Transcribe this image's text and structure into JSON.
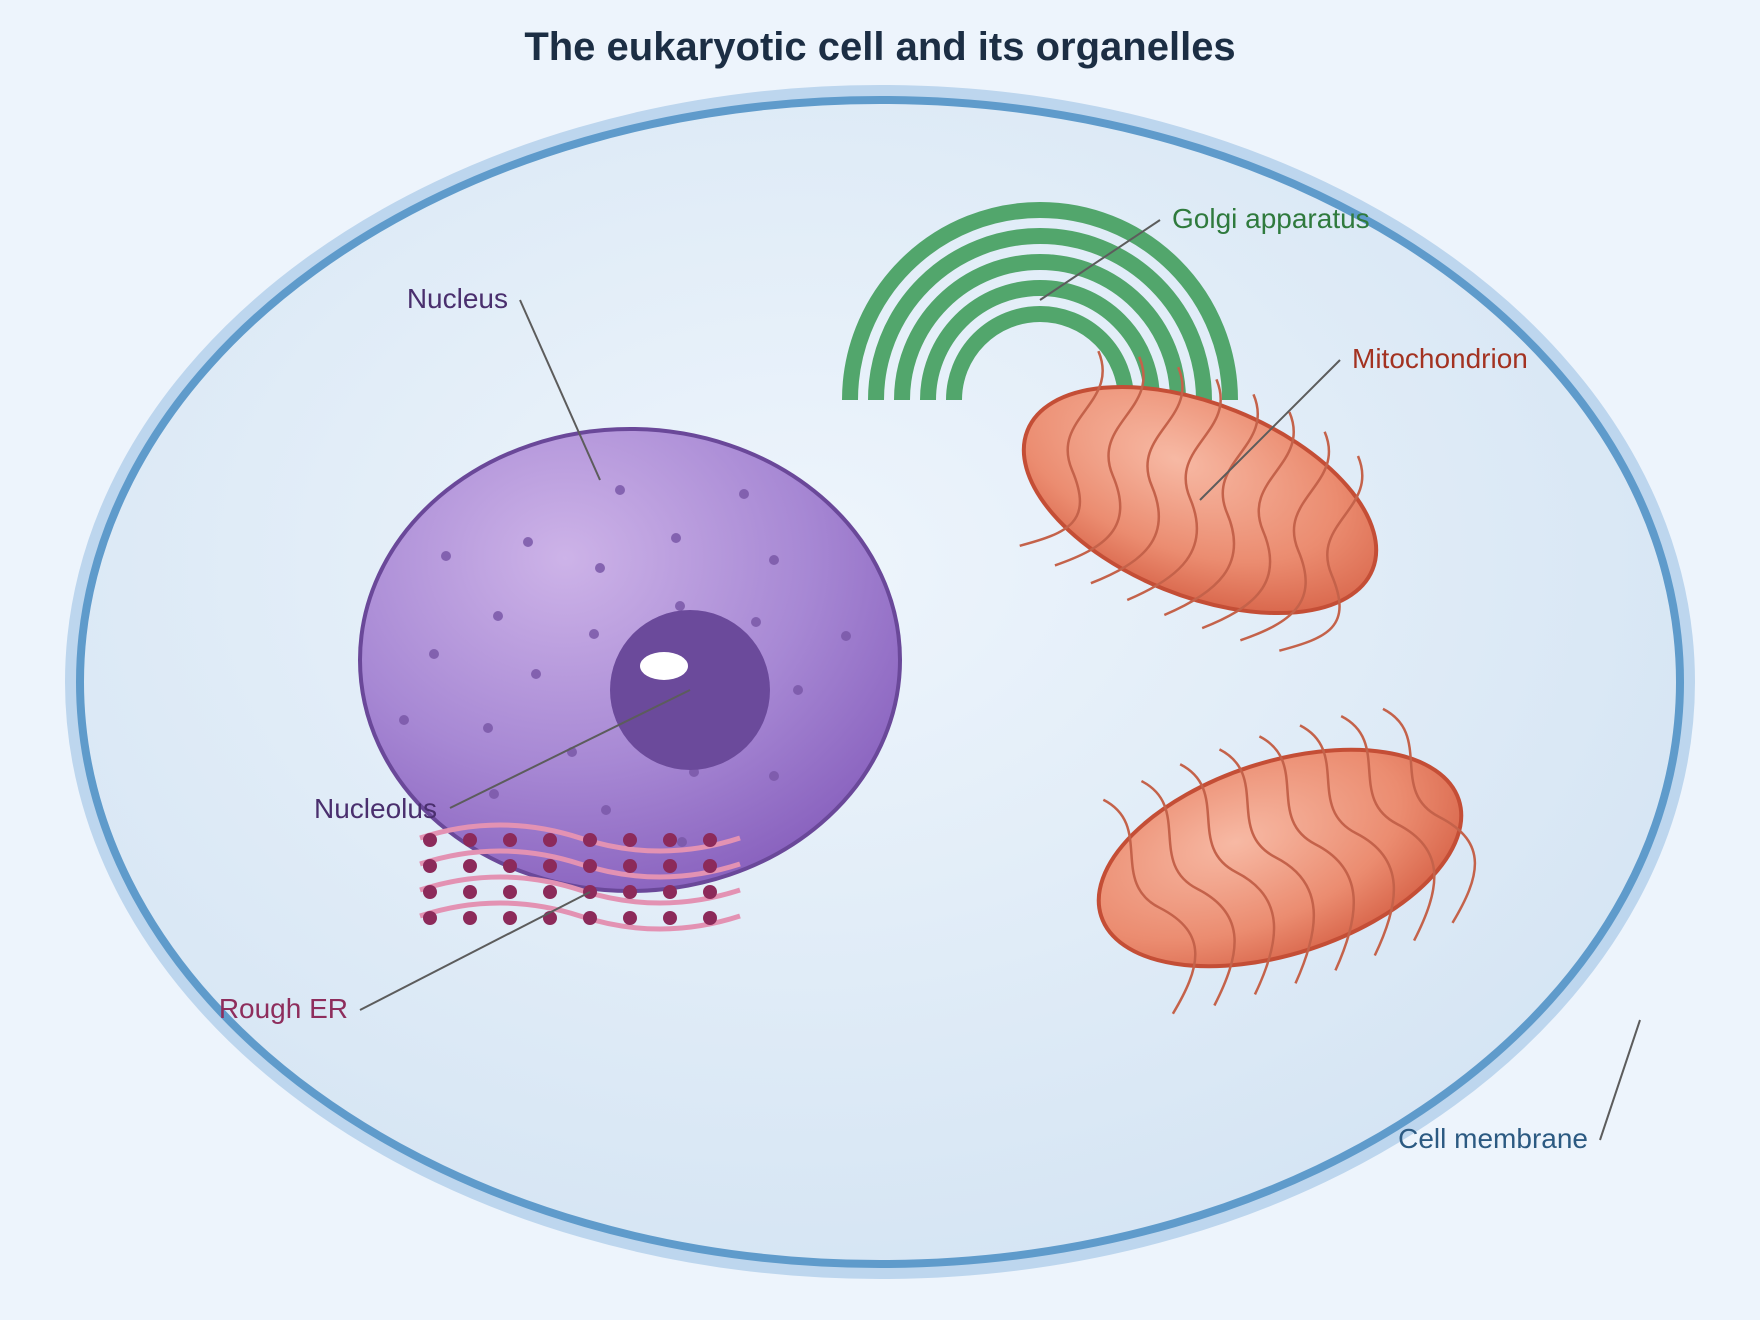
{
  "title": "The eukaryotic cell and its organelles",
  "labels": {
    "nucleus": "Nucleus",
    "nucleolus": "Nucleolus",
    "rough_er": "Rough ER",
    "golgi": "Golgi apparatus",
    "mitochondrion": "Mitochondrion",
    "cell_membrane": "Cell membrane"
  },
  "colors": {
    "background": "#edf4fc",
    "title": "#1c2e44",
    "membrane": "#5f9bcb",
    "cytoplasm": "#dce9f6",
    "nucleus": "#a887d3",
    "nucleus_outline": "#6a4899",
    "nucleolus": "#6b4a9b",
    "golgi": "#52a66c",
    "mitochondrion": "#e9876a",
    "mitochondrion_outline": "#c44e36",
    "er_membrane": "#e392b3",
    "ribosome": "#8c2a5a",
    "label_nucleus": "#4a2f6e",
    "label_rough_er": "#8e2d5c",
    "label_golgi": "#2f7a3d",
    "label_mitochondrion": "#a33221",
    "label_membrane": "#2c5a82",
    "leader": "#5c5c5c"
  }
}
